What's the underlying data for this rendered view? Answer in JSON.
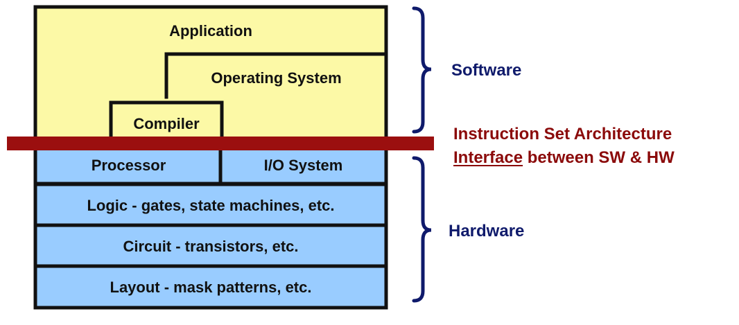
{
  "layers": {
    "application": "Application",
    "operating_system": "Operating System",
    "compiler": "Compiler",
    "processor": "Processor",
    "io_system": "I/O System",
    "logic": "Logic - gates, state machines, etc.",
    "circuit": "Circuit - transistors, etc.",
    "layout": "Layout - mask patterns, etc."
  },
  "labels": {
    "software": "Software",
    "hardware": "Hardware",
    "isa_line1": "Instruction Set Architecture",
    "isa_interface_word": "Interface",
    "isa_line2_rest": " between SW & HW"
  },
  "colors": {
    "software_fill": "#fcf9a6",
    "hardware_fill": "#99ccff",
    "isa_bar": "#9b0f0f",
    "brace": "#0f1a6b",
    "software_text": "#0f1a6b",
    "isa_text": "#8b0a0a"
  }
}
